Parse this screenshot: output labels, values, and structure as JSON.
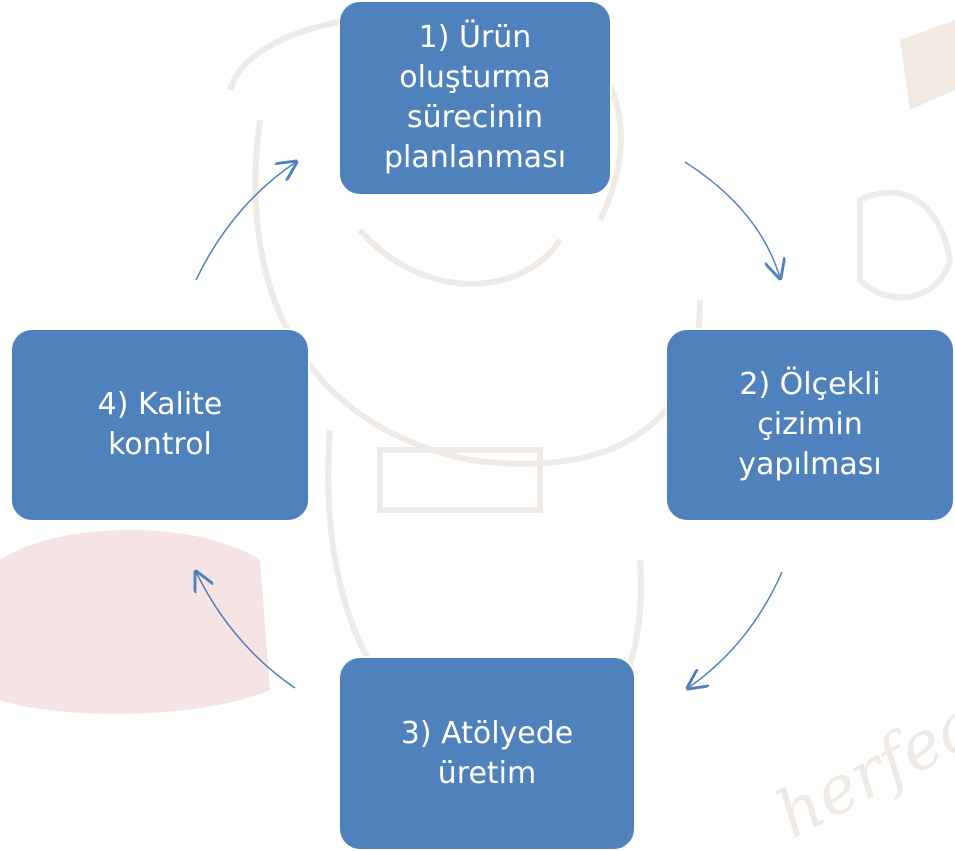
{
  "diagram": {
    "type": "cycle",
    "steps": [
      {
        "id": "step-1",
        "label": "1) Ürün\noluşturma\nsürecinin\nplanlanması"
      },
      {
        "id": "step-2",
        "label": "2) Ölçekli\nçizimin\nyapılması"
      },
      {
        "id": "step-3",
        "label": "3) Atölyede\nüretim"
      },
      {
        "id": "step-4",
        "label": "4) Kalite\nkontrol"
      }
    ],
    "connections": [
      {
        "from": "step-1",
        "to": "step-2"
      },
      {
        "from": "step-2",
        "to": "step-3"
      },
      {
        "from": "step-3",
        "to": "step-4"
      },
      {
        "from": "step-4",
        "to": "step-1"
      }
    ],
    "colors": {
      "box": "#4f81bd",
      "arrow": "#4f81bd",
      "text": "#ffffff"
    }
  },
  "watermark": {
    "text": "herfeal"
  }
}
